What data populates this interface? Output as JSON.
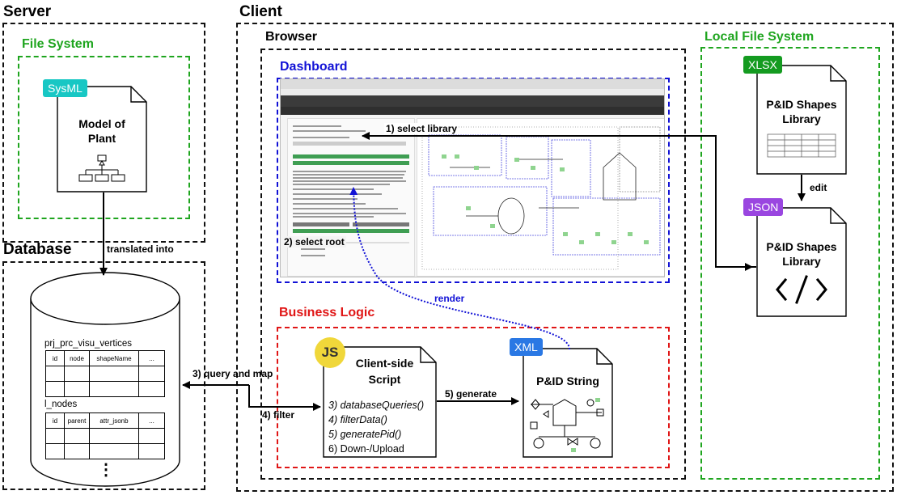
{
  "regions": {
    "server": "Server",
    "client": "Client",
    "database": "Database",
    "file_system": "File System",
    "browser": "Browser",
    "dashboard": "Dashboard",
    "business_logic": "Business Logic",
    "local_file_system": "Local File System"
  },
  "documents": {
    "model": {
      "tag": "SysML",
      "title_line1": "Model of",
      "title_line2": "Plant"
    },
    "xlsx_lib": {
      "tag": "XLSX",
      "title_line1": "P&ID Shapes",
      "title_line2": "Library"
    },
    "json_lib": {
      "tag": "JSON",
      "title_line1": "P&ID Shapes",
      "title_line2": "Library"
    },
    "script": {
      "tag": "JS",
      "title_line1": "Client-side",
      "title_line2": "Script",
      "lines": [
        "3) databaseQueries()",
        "4) filterData()",
        "5) generatePid()",
        "6) Down-/Upload"
      ]
    },
    "pid": {
      "tag": "XML",
      "title": "P&ID String"
    }
  },
  "database": {
    "table1": {
      "name": "prj_prc_visu_vertices",
      "columns": [
        "id",
        "node",
        "shapeName",
        "..."
      ]
    },
    "table2": {
      "name": "l_nodes",
      "columns": [
        "id",
        "parent",
        "attr_jsonb",
        "..."
      ]
    },
    "more": "⋮"
  },
  "edges": {
    "translated_into": "translated into",
    "select_library": "1) select library",
    "select_root": "2) select root",
    "query_and_map": "3) query and map",
    "filter": "4) filter",
    "generate": "5) generate",
    "render": "render",
    "edit": "edit"
  },
  "colors": {
    "green": "#1fa51f",
    "blue": "#1212d6",
    "red": "#e01616",
    "sysml_tag": "#18c7c4",
    "xlsx_tag": "#149b20",
    "json_tag": "#9a46e0",
    "xml_tag": "#2a78e4",
    "js_badge": "#f0d73a"
  }
}
